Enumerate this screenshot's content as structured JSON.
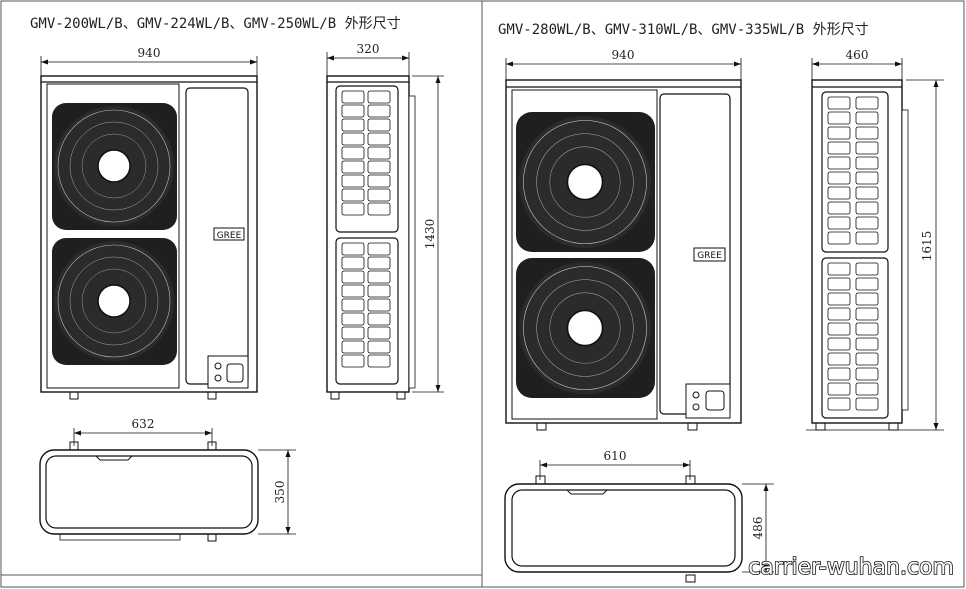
{
  "left_panel": {
    "title": "GMV-200WL/B、GMV-224WL/B、GMV-250WL/B 外形尺寸",
    "front_width": "940",
    "side_depth": "320",
    "height": "1430",
    "mount_spacing": "632",
    "base_depth": "350"
  },
  "right_panel": {
    "title": "GMV-280WL/B、GMV-310WL/B、GMV-335WL/B 外形尺寸",
    "front_width": "940",
    "side_depth": "460",
    "height": "1615",
    "mount_spacing": "610",
    "base_depth": "486"
  },
  "watermark": "carrier-wuhan.com",
  "badge_text": "GREE"
}
